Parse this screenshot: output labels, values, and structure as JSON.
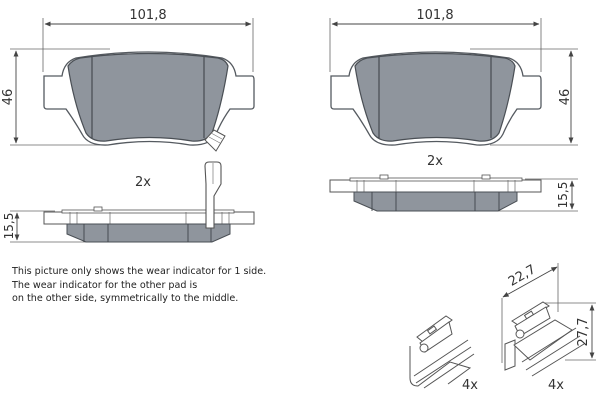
{
  "diagram": {
    "title": "Brake pad set technical drawing",
    "colors": {
      "pad_fill": "#8f959d",
      "outline": "#555a60",
      "dim_line": "#555555",
      "background": "#ffffff"
    },
    "left_pad": {
      "width_label": "101,8",
      "height_label": "46",
      "quantity_label": "2x",
      "thickness_label": "15,5",
      "has_wear_indicator": true
    },
    "right_pad": {
      "width_label": "101,8",
      "height_label": "46",
      "quantity_label": "2x",
      "thickness_label": "15,5",
      "has_wear_indicator": false
    },
    "clips": {
      "left_clip": {
        "quantity_label": "4x"
      },
      "right_clip": {
        "quantity_label": "4x",
        "length_label": "22,7",
        "height_label": "27,7"
      }
    },
    "note": {
      "lines": [
        "This picture only shows the wear indicator for 1 side.",
        "The wear indicator for the other pad is",
        "on the other side, symmetrically to the middle."
      ]
    }
  }
}
